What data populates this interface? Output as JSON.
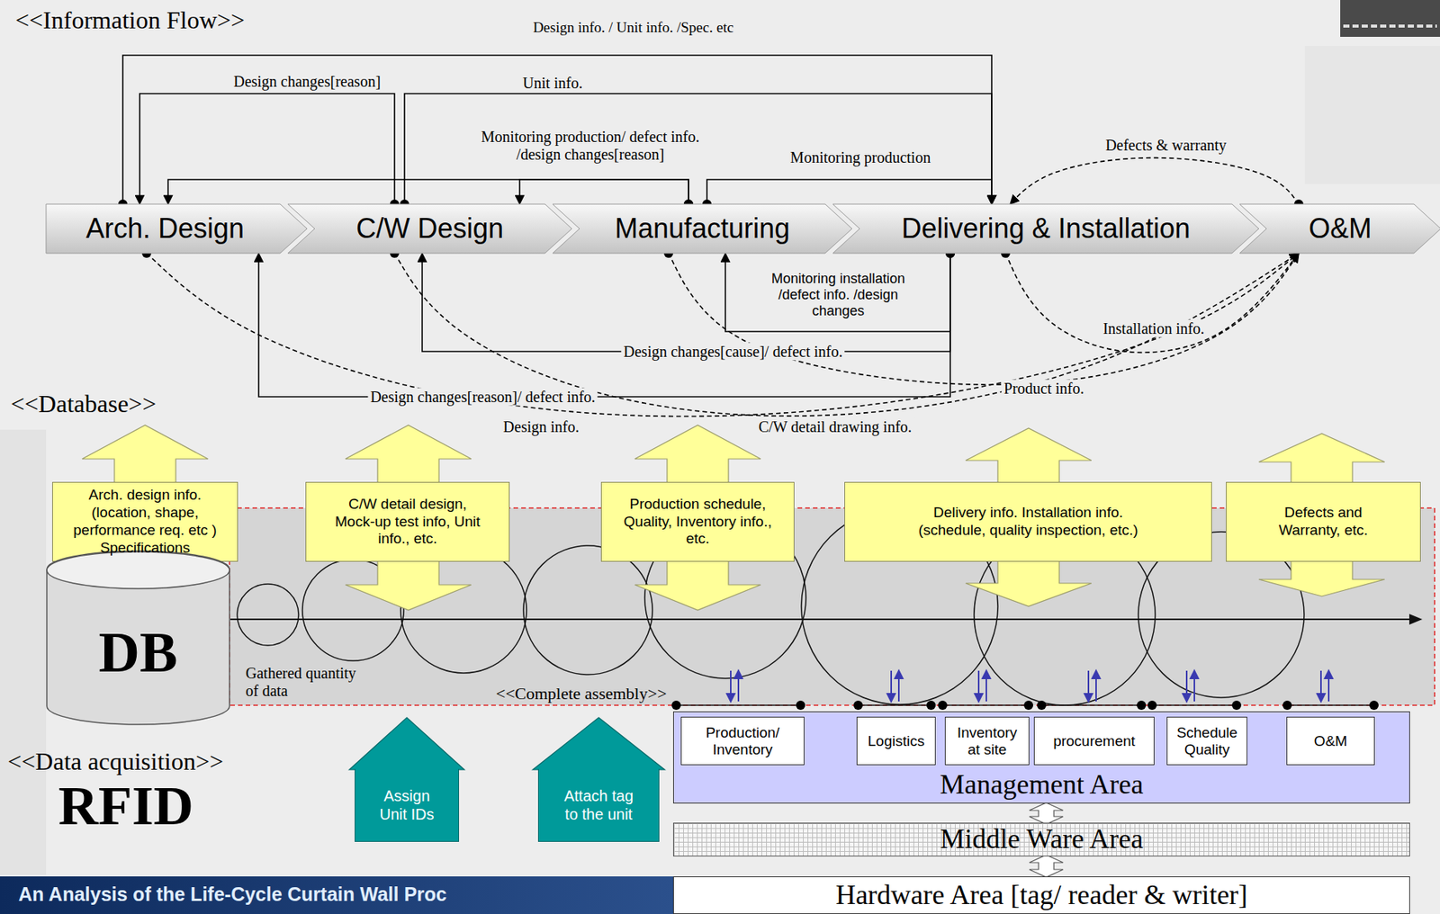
{
  "diagram": {
    "title": "An Analysis of the Life-Cycle Curtain Wall Proc",
    "nodes": [
      {
        "text": [
          "Arch. Design"
        ]
      },
      {
        "text": [
          "C/W Design"
        ]
      },
      {
        "text": [
          "Manufacturing"
        ]
      },
      {
        "text": [
          "Delivering & Installation"
        ]
      },
      {
        "text": [
          "O&M"
        ]
      },
      {
        "text": [
          "Arch. design info. (location, shape, performance req. etc ) Specifications"
        ]
      },
      {
        "text": [
          "C/W detail design, Mock-up test info, Unit info., etc."
        ]
      },
      {
        "text": [
          "Production schedule, Quality, Inventory info., etc."
        ]
      },
      {
        "text": [
          "Delivery info. Installation info. (schedule, quality inspection, etc.)"
        ]
      },
      {
        "text": [
          "Defects and Warranty, etc."
        ]
      },
      {
        "text": [
          "DB"
        ]
      },
      {
        "text": [
          "Assign Unit IDs"
        ]
      },
      {
        "text": [
          "Attach tag to the unit"
        ]
      },
      {
        "text": [
          "Management Area"
        ]
      },
      {
        "text": [
          "Production/ Inventory"
        ],
        "in": 13
      },
      {
        "text": [
          "Logistics"
        ],
        "in": 13
      },
      {
        "text": [
          "Inventory at site"
        ],
        "in": 13
      },
      {
        "text": [
          "procurement"
        ],
        "in": 13
      },
      {
        "text": [
          "Schedule Quality"
        ],
        "in": 13
      },
      {
        "text": [
          "O&M"
        ],
        "in": 13
      },
      {
        "text": [
          "Middle Ware Area"
        ]
      },
      {
        "text": [
          "Hardware Area [tag/ reader & writer]"
        ]
      }
    ],
    "edges": [
      {
        "from": 0,
        "to": 3,
        "arrow": "to",
        "label": "Design info. / Unit info. /Spec. etc"
      },
      {
        "from": 1,
        "to": 0,
        "arrow": "to",
        "label": "Design changes[reason]"
      },
      {
        "from": 1,
        "to": 3,
        "arrow": "to",
        "label": "Unit  info."
      },
      {
        "from": 2,
        "to": 0,
        "arrow": "to",
        "label": "Monitoring production/ defect info. /design changes[reason]"
      },
      {
        "from": 2,
        "to": 1,
        "arrow": "to"
      },
      {
        "from": 2,
        "to": 3,
        "arrow": "to",
        "label": "Monitoring production"
      },
      {
        "from": 4,
        "to": 3,
        "arrow": "to",
        "label": "Defects & warranty"
      },
      {
        "from": 3,
        "to": 2,
        "arrow": "to",
        "label": "Monitoring installation /defect info. /design changes"
      },
      {
        "from": 3,
        "to": 1,
        "arrow": "to",
        "label": "Design changes[cause]/ defect info."
      },
      {
        "from": 3,
        "to": 0,
        "arrow": "to",
        "label": "Design changes[reason]/ defect info."
      },
      {
        "from": 0,
        "to": 4,
        "arrow": "to",
        "label": "Design info."
      },
      {
        "from": 1,
        "to": 4,
        "arrow": "to",
        "label": "C/W detail drawing info."
      },
      {
        "from": 2,
        "to": 4,
        "arrow": "to",
        "label": "Product info."
      },
      {
        "from": 3,
        "to": 4,
        "arrow": "to",
        "label": "Installation info."
      }
    ],
    "labels": [
      "<<Information Flow>>",
      "<<Database>>",
      "Gathered quantity of data",
      "<<Complete assembly>>",
      "<<Data acquisition>>",
      "RFID"
    ]
  }
}
